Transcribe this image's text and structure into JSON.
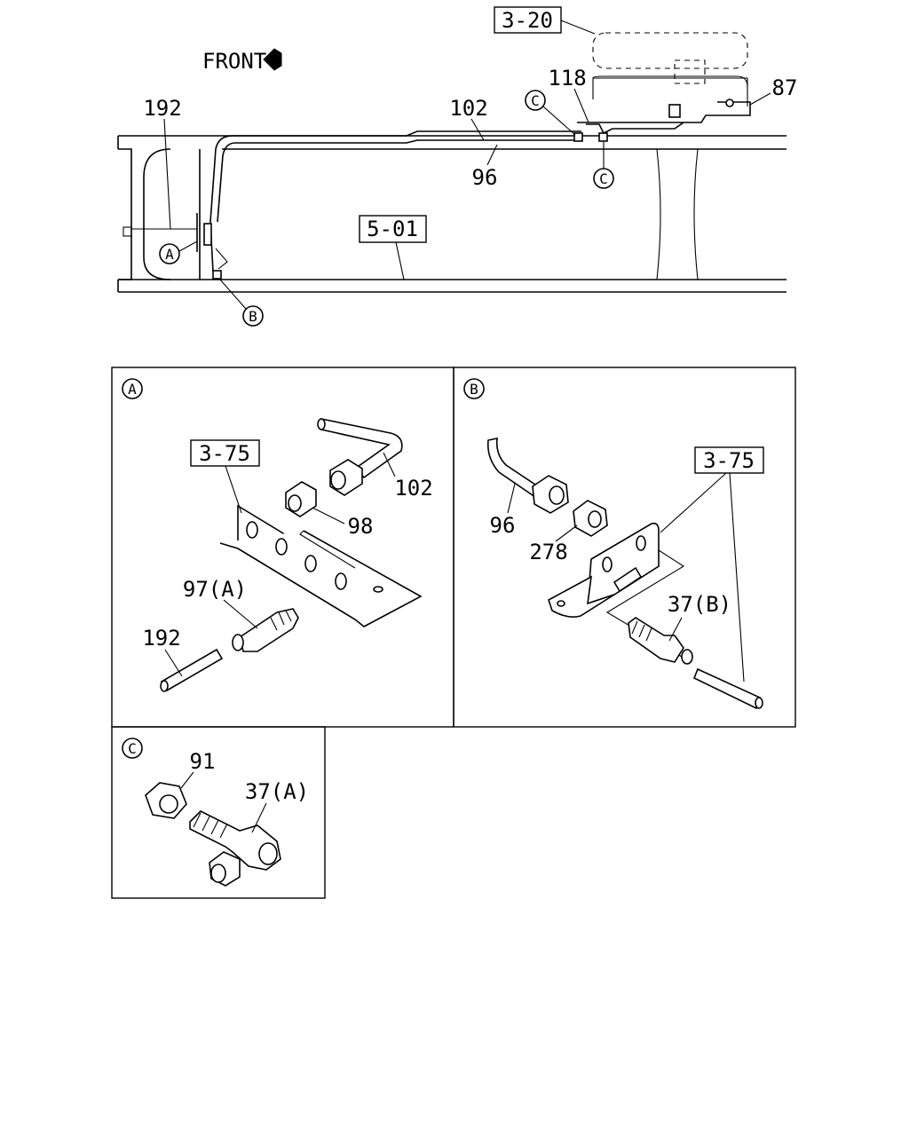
{
  "main_view": {
    "front_label": "FRONT",
    "refs": {
      "tank_ref": "3-20",
      "frame_ref": "5-01"
    },
    "callouts": {
      "p192": "192",
      "p102": "102",
      "p96": "96",
      "p118": "118",
      "p87": "87"
    },
    "markers": {
      "a": "A",
      "b": "B",
      "c1": "C",
      "c2": "C"
    }
  },
  "detail_a": {
    "marker": "A",
    "ref": "3-75",
    "callouts": {
      "p102": "102",
      "p98": "98",
      "p97a": "97(A)",
      "p192": "192"
    }
  },
  "detail_b": {
    "marker": "B",
    "ref": "3-75",
    "callouts": {
      "p96": "96",
      "p278": "278",
      "p37b": "37(B)"
    }
  },
  "detail_c": {
    "marker": "C",
    "callouts": {
      "p91": "91",
      "p37a": "37(A)"
    }
  }
}
